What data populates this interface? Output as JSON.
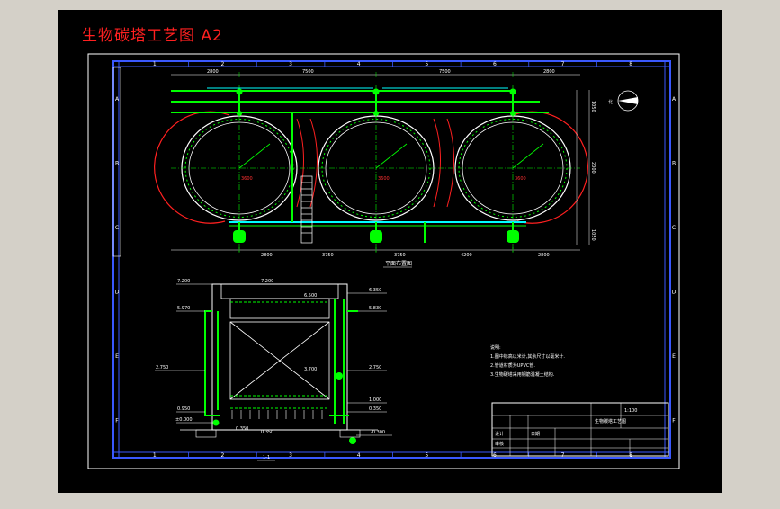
{
  "title": "生物碳塔工艺图  A2",
  "grid": {
    "columns": [
      "1",
      "2",
      "3",
      "4",
      "5",
      "6",
      "7",
      "8"
    ],
    "rows": [
      "A",
      "B",
      "C",
      "D",
      "E",
      "F"
    ]
  },
  "plan": {
    "caption": "平面布置图",
    "tower_labels": [
      "3600",
      "3600",
      "3600"
    ],
    "dims_top": [
      "2800",
      "7500",
      "7500",
      "2800"
    ],
    "dims_bottom": [
      "2800",
      "3750",
      "3750",
      "4200",
      "2800"
    ],
    "dims_right": [
      "1050",
      "2000",
      "1050"
    ],
    "north_label": "北"
  },
  "section": {
    "caption": "1-1",
    "levels_left": [
      "7.200",
      "5.970",
      "2.750",
      "0.950",
      "±0.000"
    ],
    "levels_right": [
      "6.350",
      "5.830",
      "2.750",
      "1.000",
      "0.350",
      "-0.300"
    ],
    "inner_labels": [
      "7.200",
      "6.500",
      "3.700"
    ],
    "bottom_labels": [
      "0.350",
      "0.350"
    ]
  },
  "notes": {
    "heading": "说明:",
    "lines": [
      "1.图中标高以米计,其余尺寸以毫米计.",
      "2.管道材质为UPVC管.",
      "3.生物碳塔采用钢筋混凝土结构."
    ]
  },
  "title_block": {
    "project": "生物碳塔工艺图",
    "scale": "1:100",
    "cells": [
      "设计",
      "审核",
      "日期"
    ]
  }
}
